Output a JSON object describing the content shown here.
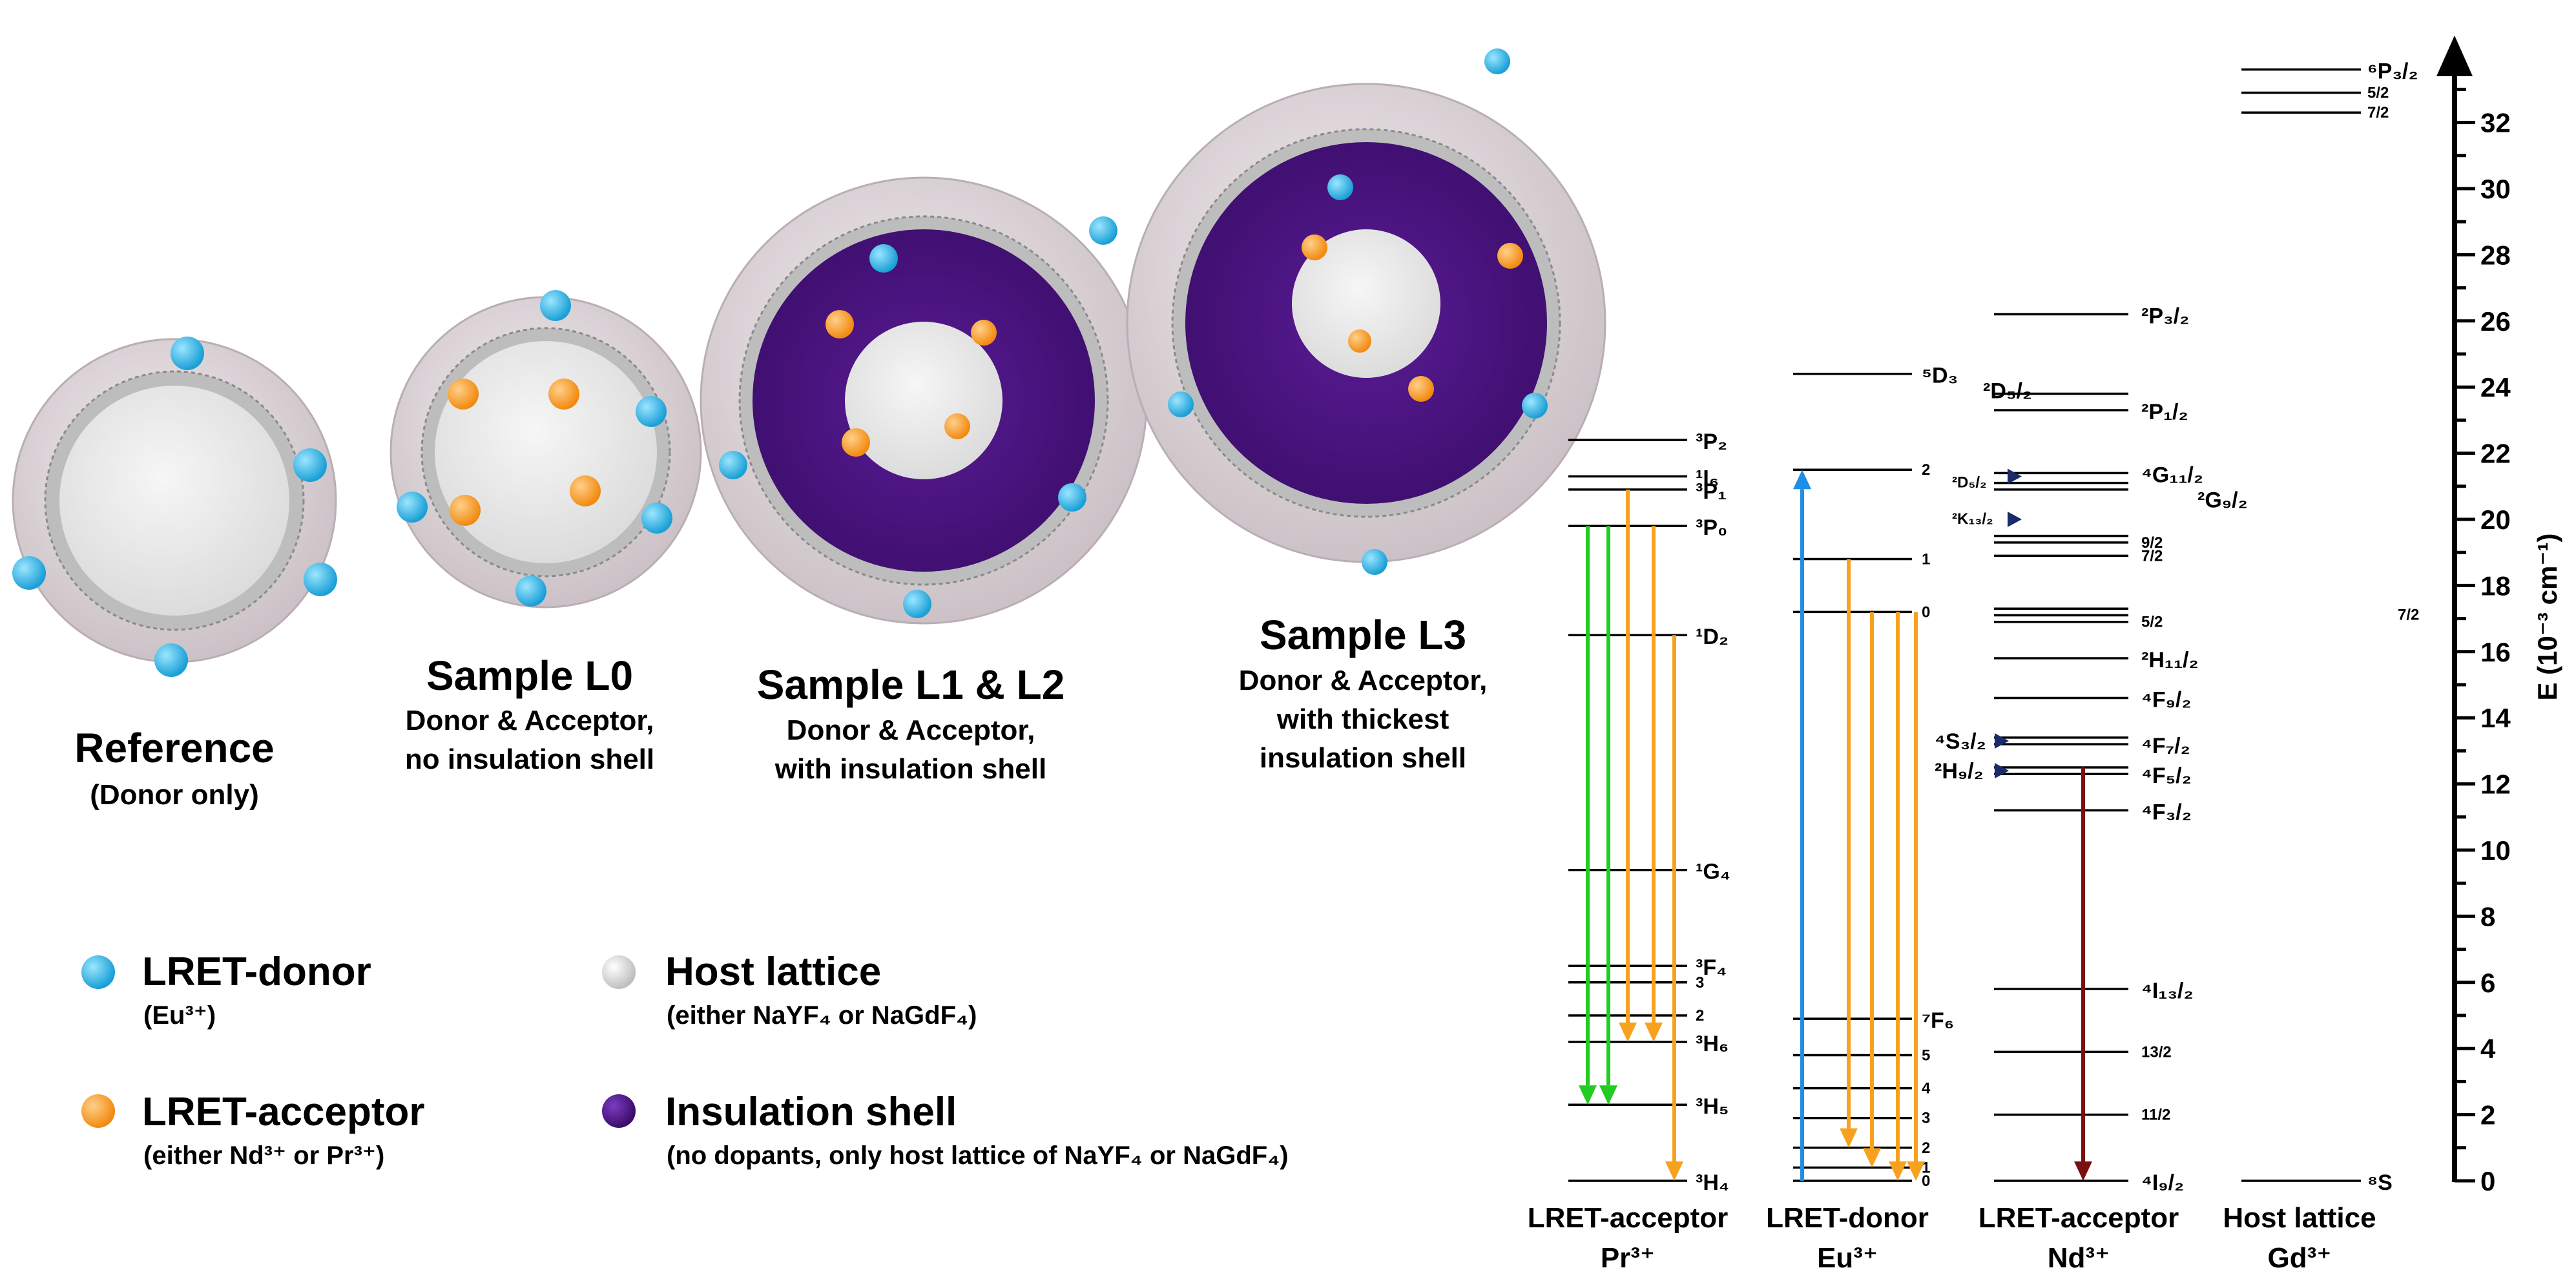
{
  "samples": [
    {
      "title": "Reference",
      "sub1": "(Donor only)",
      "sub2": ""
    },
    {
      "title": "Sample L0",
      "sub1": "Donor & Acceptor,",
      "sub2": "no insulation shell"
    },
    {
      "title": "Sample L1 & L2",
      "sub1": "Donor & Acceptor,",
      "sub2": "with insulation shell"
    },
    {
      "title": "Sample L3",
      "sub1": "Donor & Acceptor,",
      "sub2": "with thickest",
      "sub3": "insulation shell"
    }
  ],
  "legend": {
    "donor": {
      "label": "LRET-donor",
      "sub": "(Eu³⁺)",
      "color": "#2bb5e8"
    },
    "acceptor": {
      "label": "LRET-acceptor",
      "sub": "(either Nd³⁺ or Pr³⁺)",
      "color": "#f7931e"
    },
    "host": {
      "label": "Host lattice",
      "sub": "(either NaYF₄ or NaGdF₄)",
      "color": "#e8e8e8"
    },
    "shell": {
      "label": "Insulation shell",
      "sub": "(no dopants, only host lattice of NaYF₄ or NaGdF₄)",
      "color": "#4a1380"
    }
  },
  "axis": {
    "label": "E   (10⁻³ cm⁻¹)",
    "ticks": [
      0,
      2,
      4,
      6,
      8,
      10,
      12,
      14,
      16,
      18,
      20,
      22,
      24,
      26,
      28,
      30,
      32
    ]
  },
  "columns": [
    {
      "line1": "LRET-acceptor",
      "line2": "Pr³⁺"
    },
    {
      "line1": "LRET-donor",
      "line2": "Eu³⁺"
    },
    {
      "line1": "LRET-acceptor",
      "line2": "Nd³⁺"
    },
    {
      "line1": "Host lattice",
      "line2": "Gd³⁺"
    }
  ],
  "levels": {
    "pr": [
      {
        "e": 22.4,
        "label": "³P₂"
      },
      {
        "e": 21.3,
        "label": "¹I₆"
      },
      {
        "e": 20.9,
        "label": "³P₁"
      },
      {
        "e": 19.8,
        "label": "³P₀"
      },
      {
        "e": 16.5,
        "label": "¹D₂"
      },
      {
        "e": 9.4,
        "label": "¹G₄"
      },
      {
        "e": 6.5,
        "label": "³F₄"
      },
      {
        "e": 6.0,
        "label": "3"
      },
      {
        "e": 5.0,
        "label": "2"
      },
      {
        "e": 4.2,
        "label": "³H₆"
      },
      {
        "e": 2.3,
        "label": "³H₅"
      },
      {
        "e": 0.0,
        "label": "³H₄"
      }
    ],
    "eu": [
      {
        "e": 24.4,
        "label": "⁵D₃"
      },
      {
        "e": 21.5,
        "label": "2"
      },
      {
        "e": 18.8,
        "label": "1"
      },
      {
        "e": 17.2,
        "label": "0"
      },
      {
        "e": 4.9,
        "label": "⁷F₆"
      },
      {
        "e": 3.8,
        "label": "5"
      },
      {
        "e": 2.8,
        "label": "4"
      },
      {
        "e": 1.9,
        "label": "3"
      },
      {
        "e": 1.0,
        "label": "2"
      },
      {
        "e": 0.4,
        "label": "1"
      },
      {
        "e": 0.0,
        "label": "0"
      }
    ],
    "nd": [
      {
        "e": 26.2,
        "label": "²P₃/₂"
      },
      {
        "e": 23.8,
        "label": ""
      },
      {
        "e": 23.3,
        "label": "²P₁/₂"
      },
      {
        "e": 21.4,
        "label": "⁴G₁₁/₂"
      },
      {
        "e": 21.1,
        "label": ""
      },
      {
        "e": 20.9,
        "label": ""
      },
      {
        "e": 19.5,
        "label": ""
      },
      {
        "e": 19.3,
        "label": "9/2"
      },
      {
        "e": 18.9,
        "label": "7/2"
      },
      {
        "e": 17.3,
        "label": ""
      },
      {
        "e": 17.1,
        "label": ""
      },
      {
        "e": 16.9,
        "label": "5/2"
      },
      {
        "e": 15.8,
        "label": "²H₁₁/₂"
      },
      {
        "e": 14.6,
        "label": "⁴F₉/₂"
      },
      {
        "e": 13.4,
        "label": ""
      },
      {
        "e": 13.2,
        "label": "⁴F₇/₂"
      },
      {
        "e": 12.5,
        "label": ""
      },
      {
        "e": 12.3,
        "label": "⁴F₅/₂"
      },
      {
        "e": 11.2,
        "label": "⁴F₃/₂"
      },
      {
        "e": 5.8,
        "label": "⁴I₁₃/₂"
      },
      {
        "e": 3.9,
        "label": "13/2"
      },
      {
        "e": 2.0,
        "label": "11/2"
      },
      {
        "e": 0.0,
        "label": "⁴I₉/₂"
      }
    ],
    "gd": [
      {
        "e": 33.6,
        "label": "⁶P₃/₂"
      },
      {
        "e": 32.9,
        "label": "5/2"
      },
      {
        "e": 32.3,
        "label": "7/2"
      },
      {
        "e": 0.0,
        "label": "⁸S"
      }
    ]
  },
  "nd_extra_labels": [
    {
      "e": 21.2,
      "text": "²D₅/₂"
    },
    {
      "e": 20.1,
      "text": "²K₁₃/₂"
    },
    {
      "e": 23.9,
      "text": "²D₅/₂"
    },
    {
      "e": 20.6,
      "text": "²G₉/₂"
    },
    {
      "e": 17.2,
      "text": "7/2"
    },
    {
      "e": 13.3,
      "text": "⁴S₃/₂"
    },
    {
      "e": 12.4,
      "text": "²H₉/₂"
    }
  ],
  "arrow_colors": {
    "green": "#22cc22",
    "orange": "#f7a21e",
    "blue": "#1e8ee6",
    "darkred": "#7a1010"
  }
}
